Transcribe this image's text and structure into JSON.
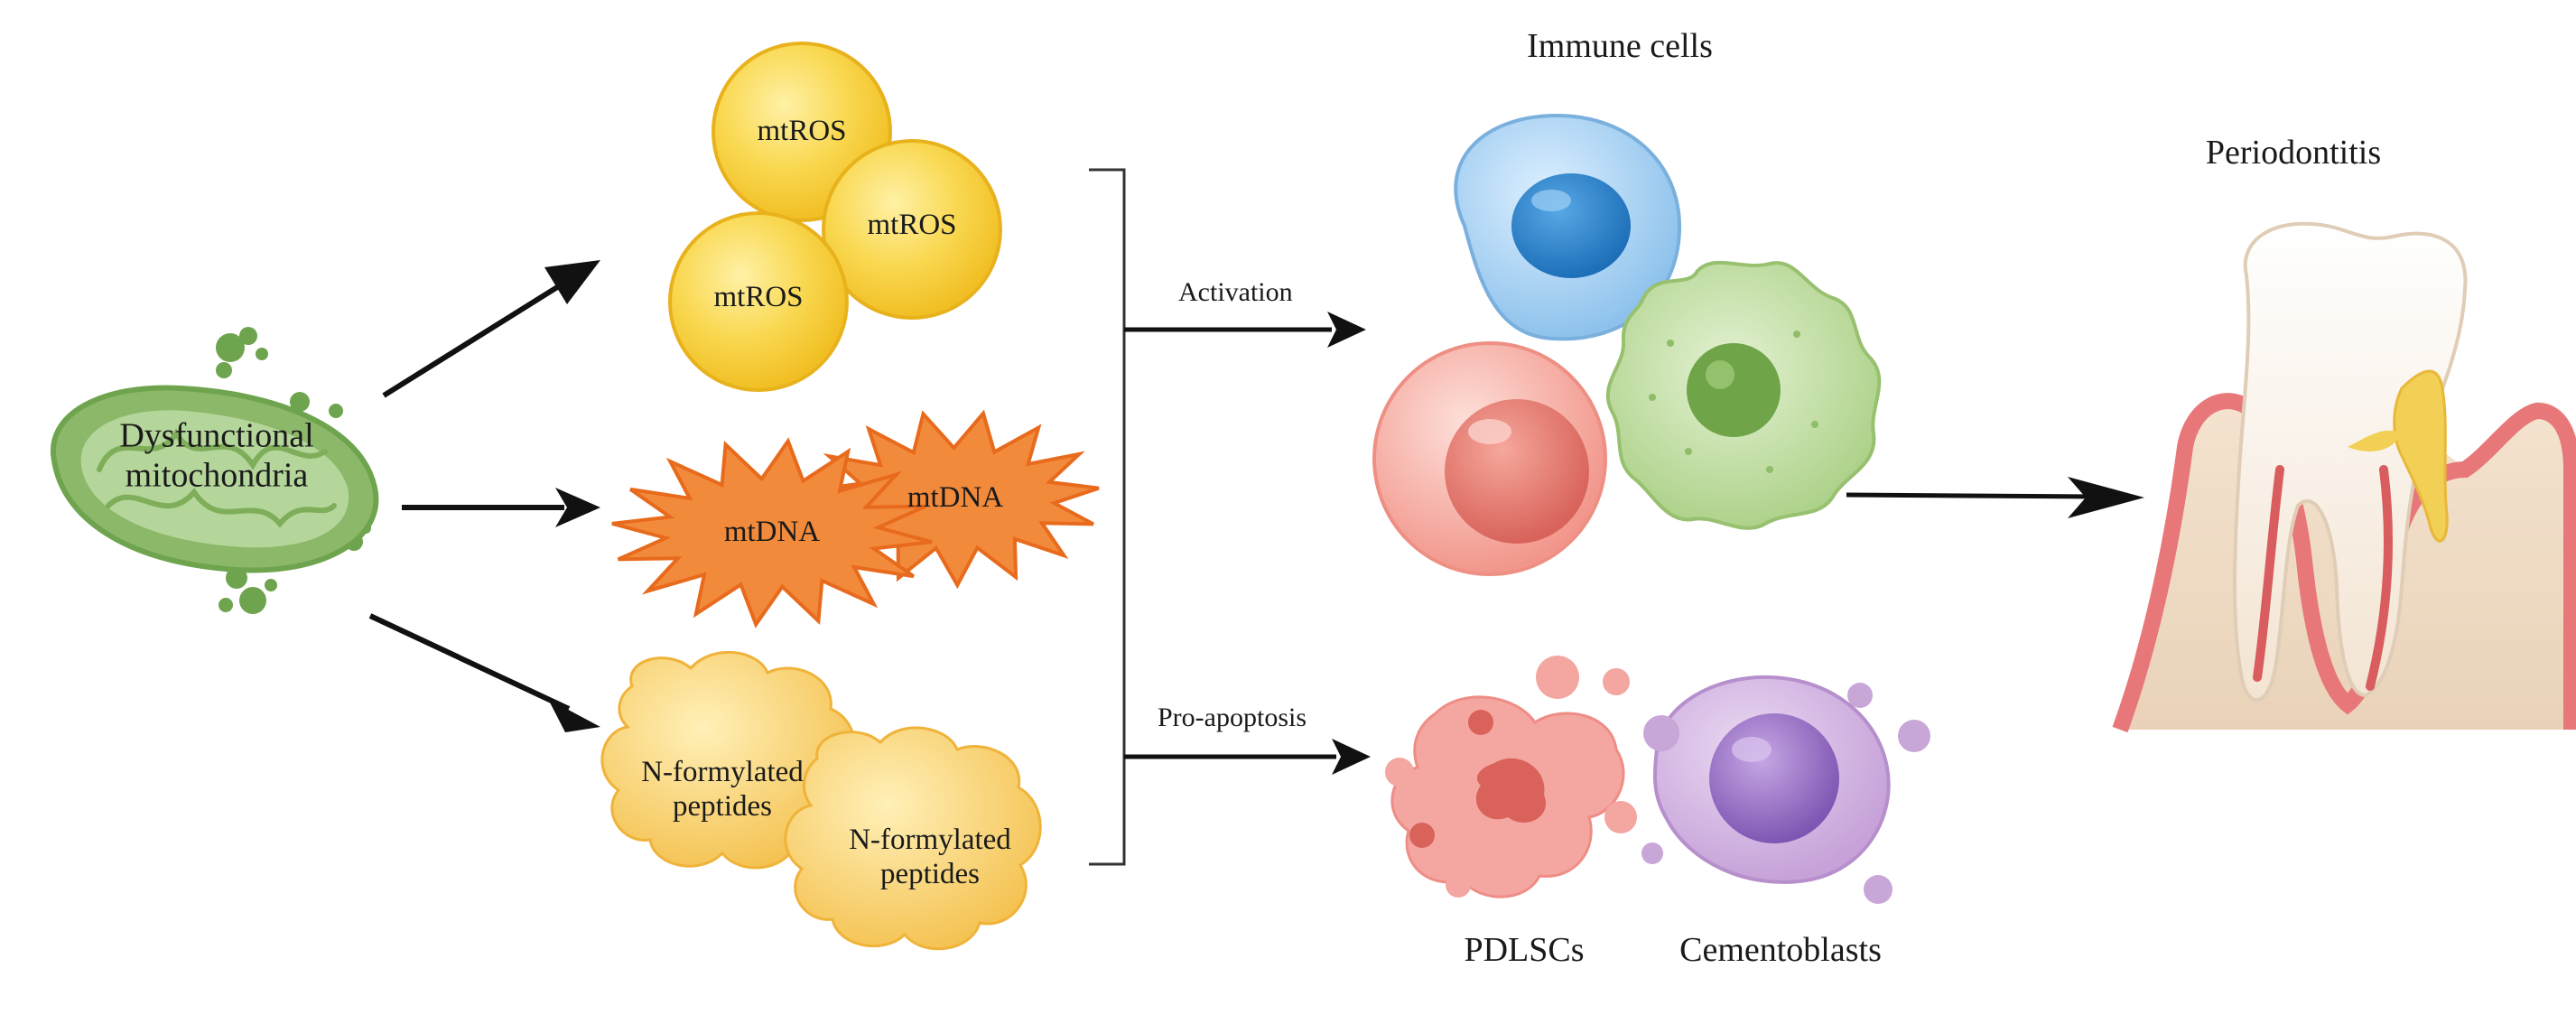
{
  "diagram": {
    "source": {
      "label_line1": "Dysfunctional",
      "label_line2": "mitochondria"
    },
    "products": {
      "mtros": [
        "mtROS",
        "mtROS",
        "mtROS"
      ],
      "mtdna": [
        "mtDNA",
        "mtDNA"
      ],
      "peptides": [
        {
          "line1": "N-formylated",
          "line2": "peptides"
        },
        {
          "line1": "N-formylated",
          "line2": "peptides"
        }
      ]
    },
    "branches": {
      "activation": "Activation",
      "pro_apoptosis": "Pro-apoptosis"
    },
    "immune_title": "Immune cells",
    "targets": {
      "pdlscs": "PDLSCs",
      "cementoblasts": "Cementoblasts"
    },
    "outcome": "Periodontitis",
    "colors": {
      "mitochondria": "#8cb86a",
      "mtros": "#f6cf3e",
      "mtdna": "#f28a3c",
      "peptides": "#f7c75a",
      "immune_blue": "#8ec2ec",
      "immune_red": "#f4a49a",
      "immune_green": "#a9cf84",
      "pdlsc": "#f4a6a0",
      "cementoblast": "#c8a6d8",
      "gum": "#e8777a",
      "arrow": "#111111"
    }
  }
}
